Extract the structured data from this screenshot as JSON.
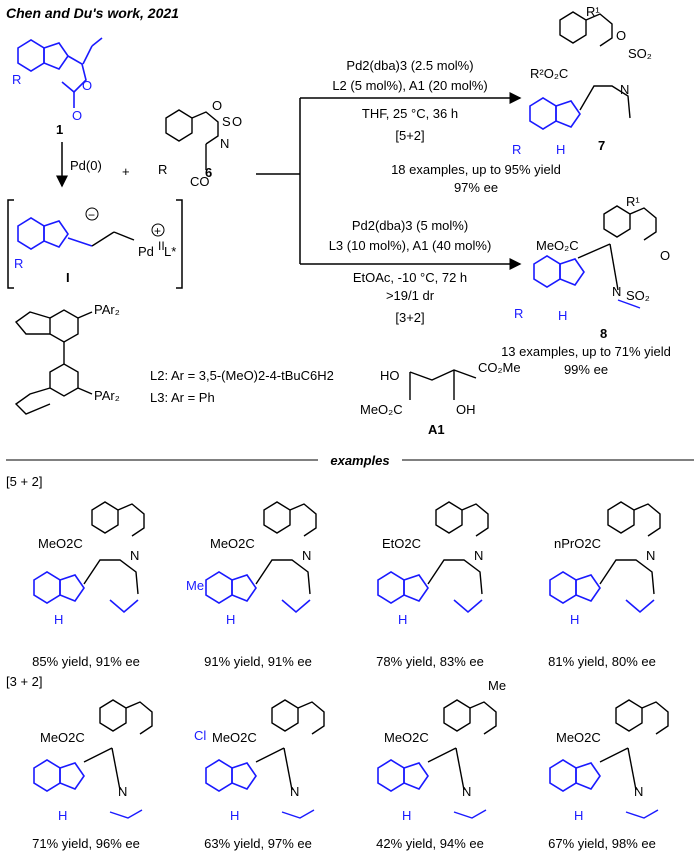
{
  "header": {
    "title": "Chen and Du's work, 2021"
  },
  "compounds": {
    "substrate_1": "1",
    "reagent_6": "6",
    "intermediate": "I",
    "product_7": "7",
    "product_8": "8",
    "additive_A1": "A1"
  },
  "arrows": {
    "pd0": "Pd(0)",
    "plus": "+"
  },
  "upper_conditions": {
    "line1": "Pd2(dba)3 (2.5 mol%)",
    "line2": "L2 (5 mol%), A1 (20 mol%)",
    "line3": "THF, 25 °C, 36 h",
    "line4": "[5+2]",
    "result1": "18 examples, up to 95% yield",
    "result2": "97% ee"
  },
  "lower_conditions": {
    "line1": "Pd2(dba)3 (5 mol%)",
    "line2": "L3 (10 mol%), A1 (40 mol%)",
    "line3": "EtOAc, -10 °C, 72 h",
    "line4": ">19/1 dr",
    "line5": "[3+2]",
    "result1": "13 examples, up to 71% yield",
    "result2": "99% ee"
  },
  "ligands": {
    "l2": "L2: Ar = 3,5-(MeO)2-4-tBuC6H2",
    "l3": "L3: Ar = Ph"
  },
  "examples": {
    "title": "examples",
    "section_52": "[5 + 2]",
    "section_32": "[3 + 2]",
    "row1": [
      "85% yield, 91% ee",
      "91% yield, 91% ee",
      "78% yield, 83% ee",
      "81% yield, 80% ee"
    ],
    "row2": [
      "71% yield, 96% ee",
      "63% yield, 97% ee",
      "42% yield, 94% ee",
      "67% yield, 98% ee"
    ],
    "row1_esters": [
      "MeO2C",
      "MeO2C",
      "EtO2C",
      "nPrO2C"
    ],
    "row2_esters": [
      "MeO2C",
      "MeO2C",
      "MeO2C",
      "MeO2C"
    ],
    "substituents": {
      "me": "Me",
      "cl": "Cl"
    }
  },
  "colors": {
    "accent": "#1a1aff",
    "text": "#000000"
  }
}
